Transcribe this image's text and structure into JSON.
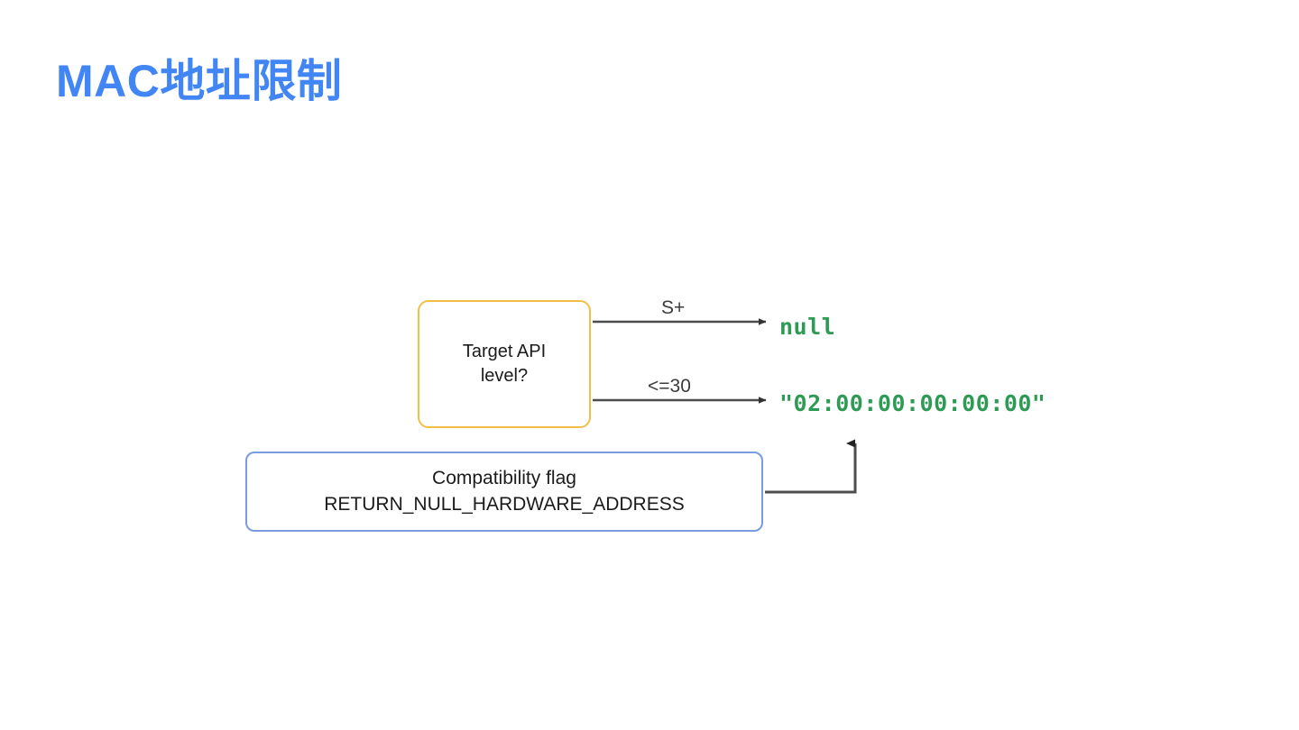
{
  "slide": {
    "title": "MAC地址限制",
    "title_color": "#4285f4",
    "background": "#ffffff"
  },
  "diagram": {
    "type": "flowchart",
    "nodes": {
      "decision": {
        "label": "Target API\nlevel?",
        "shape": "rounded-rect",
        "border_color": "#efbf4a",
        "fill": "#ffffff"
      },
      "flag": {
        "label": "Compatibility flag\nRETURN_NULL_HARDWARE_ADDRESS",
        "line1": "Compatibility flag",
        "line2": "RETURN_NULL_HARDWARE_ADDRESS",
        "shape": "rounded-rect",
        "border_color": "#7b9be0",
        "fill": "#ffffff"
      }
    },
    "edges": {
      "top": {
        "label": "S+",
        "from": "decision",
        "to": "output_null",
        "color": "#4d4d4d"
      },
      "bottom": {
        "label": "<=30",
        "from": "decision",
        "to": "output_mac",
        "color": "#4d4d4d"
      },
      "flag_link": {
        "label": "",
        "from": "flag",
        "to": "output_mac",
        "color": "#4d4d4d",
        "style": "elbow"
      }
    },
    "outputs": {
      "null_value": "null",
      "mac_value": "\"02:00:00:00:00:00\"",
      "color": "#2e9b55"
    }
  }
}
